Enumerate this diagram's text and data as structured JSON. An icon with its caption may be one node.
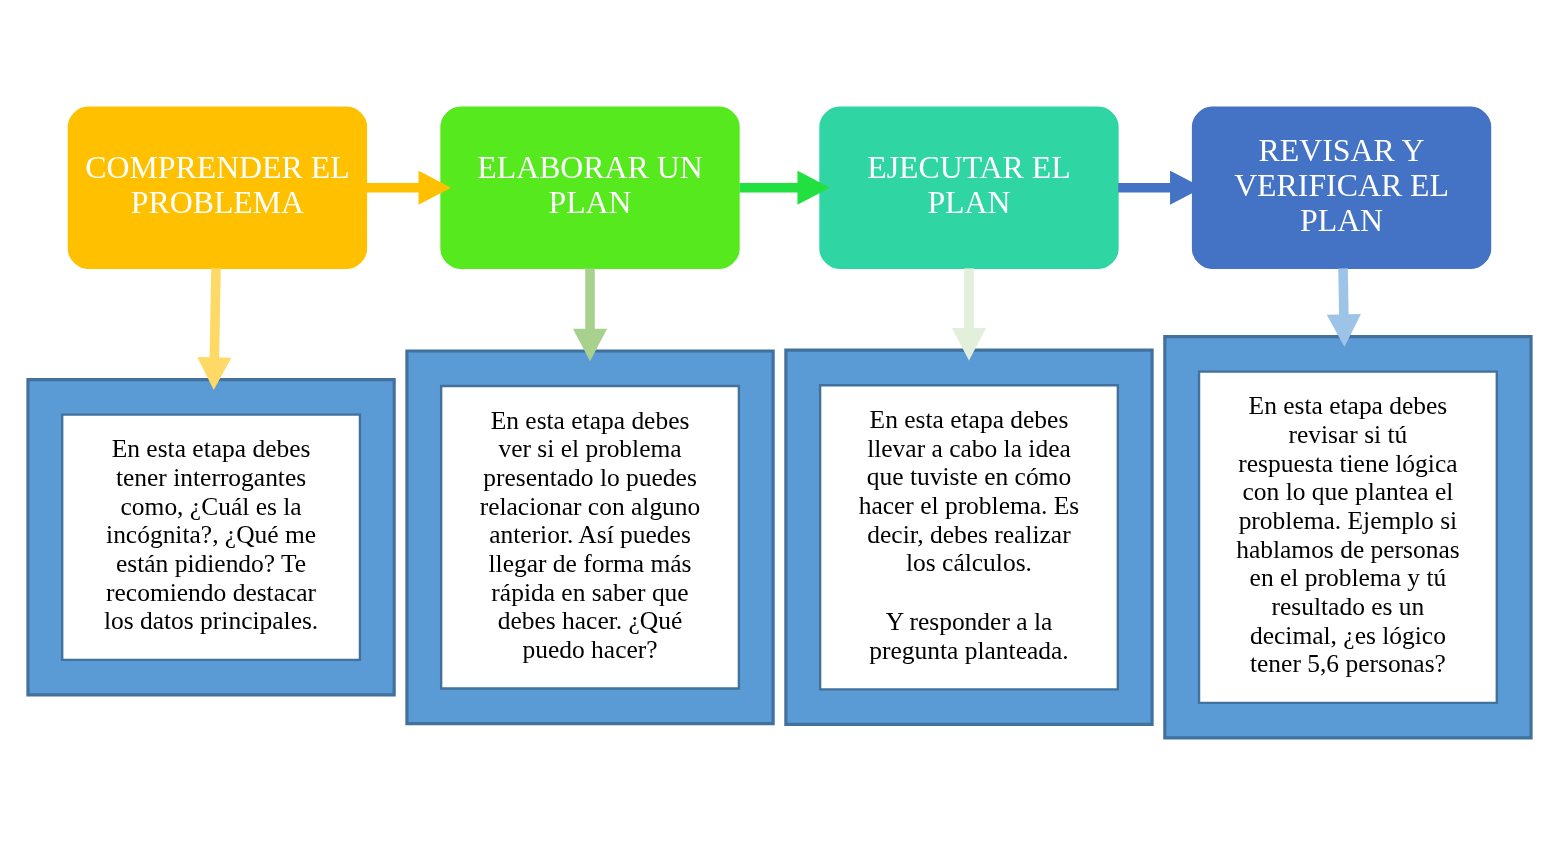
{
  "diagram": {
    "nodes": [
      {
        "text": [
          "COMPRENDER EL PROBLEMA"
        ]
      },
      {
        "text": [
          "ELABORAR UN PLAN"
        ]
      },
      {
        "text": [
          "EJECUTAR EL PLAN"
        ]
      },
      {
        "text": [
          "REVISAR Y VERIFICAR EL PLAN"
        ]
      },
      {
        "text": [],
        "shape": "box"
      },
      {
        "text": [
          "En esta etapa debes tener interrogantes como, ¿Cuál es la incógnita?, ¿Qué me están pidiendo? Te recomiendo destacar los datos principales."
        ],
        "in": 4
      },
      {
        "text": [],
        "shape": "box"
      },
      {
        "text": [
          "En esta etapa debes ver si el problema presentado lo puedes relacionar con alguno anterior. Así puedes llegar de forma más rápida en saber que debes hacer. ¿Qué puedo hacer?"
        ],
        "in": 6
      },
      {
        "text": [],
        "shape": "box"
      },
      {
        "text": [
          "En esta etapa debes llevar a cabo la idea que tuviste en cómo hacer el problema. Es decir, debes realizar los cálculos.",
          "Y responder a la pregunta planteada."
        ],
        "in": 8
      },
      {
        "text": [],
        "shape": "box"
      },
      {
        "text": [
          "En esta etapa debes revisar si tú respuesta tiene lógica con lo que plantea el problema. Ejemplo si hablamos de personas en el problema y tú resultado es un decimal, ¿es lógico tener 5,6 personas?"
        ],
        "in": 10
      }
    ],
    "edges": [
      {
        "from": 0,
        "to": 1,
        "arrow": "to",
        "color": "#ffc000"
      },
      {
        "from": 1,
        "to": 2,
        "arrow": "to",
        "color": "#22e040"
      },
      {
        "from": 2,
        "to": 3,
        "arrow": "to",
        "color": "#4472c4"
      },
      {
        "from": 0,
        "to": 4,
        "arrow": "to",
        "color": "#ffd966"
      },
      {
        "from": 1,
        "to": 6,
        "arrow": "to",
        "color": "#a9d18e"
      },
      {
        "from": 2,
        "to": 8,
        "arrow": "to",
        "color": "#e2efda"
      },
      {
        "from": 3,
        "to": 10,
        "arrow": "to",
        "color": "#9dc3e6"
      }
    ]
  }
}
